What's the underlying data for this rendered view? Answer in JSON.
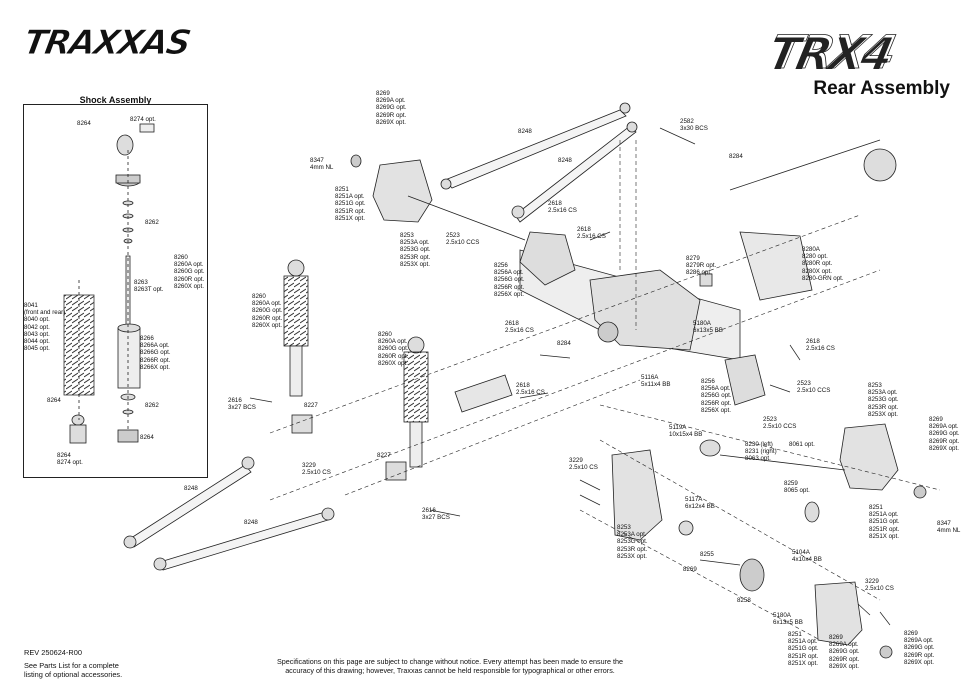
{
  "brand": {
    "logo_text": "TRAXXAS",
    "model_text": "TRX4",
    "page_title": "Rear Assembly"
  },
  "shock_assembly": {
    "title": "Shock Assembly",
    "labels": {
      "l8264a": "8264",
      "l8274a": "8274 opt.",
      "l8262a": "8262",
      "l8260": "8260\n8260A opt.\n8260G opt.\n8260R opt.\n8260X opt.",
      "l8263": "8263\n8263T opt.",
      "l8041": "8041\n(front and rear)\n8040 opt.\n8042 opt.\n8043 opt.\n8044 opt.\n8045 opt.",
      "l8266": "8266\n8266A opt.\n8266G opt.\n8266R opt.\n8266X opt.",
      "l8264b": "8264",
      "l8262b": "8262",
      "l8264c": "8264",
      "l8264d": "8264\n8274 opt."
    }
  },
  "labels": {
    "p8269a": "8269\n8269A opt.\n8269G opt.\n8269R opt.\n8269X opt.",
    "p8347a": "8347\n4mm NL",
    "p8251a": "8251\n8251A opt.\n8251G opt.\n8251R opt.\n8251X opt.",
    "p8253a": "8253\n8253A opt.\n8253G opt.\n8253R opt.\n8253X opt.",
    "p8248a": "8248",
    "p8248b": "8248",
    "p2582": "2582\n3x30 BCS",
    "p8284a": "8284",
    "p2618a": "2618\n2.5x16 CS",
    "p2618b": "2618\n2.5x16 CS",
    "p2523a": "2523\n2.5x10 CCS",
    "p8256a": "8256\n8256A opt.\n8256G opt.\n8256R opt.\n8256X opt.",
    "p8279": "8279\n8279R opt.\n8286 opt.",
    "p8280": "8280A\n8280 opt.\n8280R opt.\n8280X opt.\n8280-GRN opt.",
    "p8260a": "8260\n8260A opt.\n8260G opt.\n8260R opt.\n8260X opt.",
    "p2618c": "2618\n2.5x16 CS",
    "p5180a": "5180A\n6x13x5 BB",
    "p2618d": "2618\n2.5x16 CS",
    "p8260b": "8260\n8260A opt.\n8260G opt.\n8260R opt.\n8260X opt.",
    "p8284b": "8284",
    "p2618e": "2618\n2.5x16 CS",
    "p5116a": "5116A\n5x11x4 BB",
    "p8256b": "8256\n8256A opt.\n8256G opt.\n8256R opt.\n8256X opt.",
    "p2523b": "2523\n2.5x10 CCS",
    "p8253b": "8253\n8253A opt.\n8253G opt.\n8253R opt.\n8253X opt.",
    "p2616a": "2616\n3x27 BCS",
    "p8227a": "8227",
    "p2523c": "2523\n2.5x10 CCS",
    "p8269b": "8269\n8269A opt.\n8269G opt.\n8269R opt.\n8269X opt.",
    "p5119a": "5119A\n10x15x4 BB",
    "p8230": "8230 (left)\n8231 (right)\n8063 opt.",
    "p8061": "8061 opt.",
    "p3229a": "3229\n2.5x10 CS",
    "p8227b": "8227",
    "p8248c": "8248",
    "p3229b": "3229\n2.5x10 CS",
    "p8259": "8259\n8065 opt.",
    "p2616b": "2616\n3x27 BCS",
    "p5117a": "5117A\n6x12x4 BB",
    "p8251b": "8251\n8251A opt.\n8251G opt.\n8251R opt.\n8251X opt.",
    "p8347b": "8347\n4mm NL",
    "p8248d": "8248",
    "p8253c": "8253\n8253A opt.\n8253G opt.\n8253R opt.\n8253X opt.",
    "p8255": "8255",
    "p5104a": "5104A\n4x10x4 BB",
    "p8269c": "8269",
    "p3229c": "3229\n2.5x10 CS",
    "p8258": "8258",
    "p5180b": "5180A\n6x13x5 BB",
    "p8251c": "8251\n8251A opt.\n8251G opt.\n8251R opt.\n8251X opt.",
    "p8269d": "8269\n8269A opt.\n8269G opt.\n8269R opt.\n8269X opt.",
    "p8269e": "8269\n8269A opt.\n8269G opt.\n8269R opt.\n8269X opt."
  },
  "footer": {
    "rev": "REV 250624-R00",
    "parts_note": "See Parts List for a complete\nlisting of optional accessories.",
    "disclaimer": "Specifications on this page are subject to change without notice.  Every attempt has been made to ensure the accuracy of this drawing; however, Traxxas cannot be held responsible for typographical or other errors."
  }
}
